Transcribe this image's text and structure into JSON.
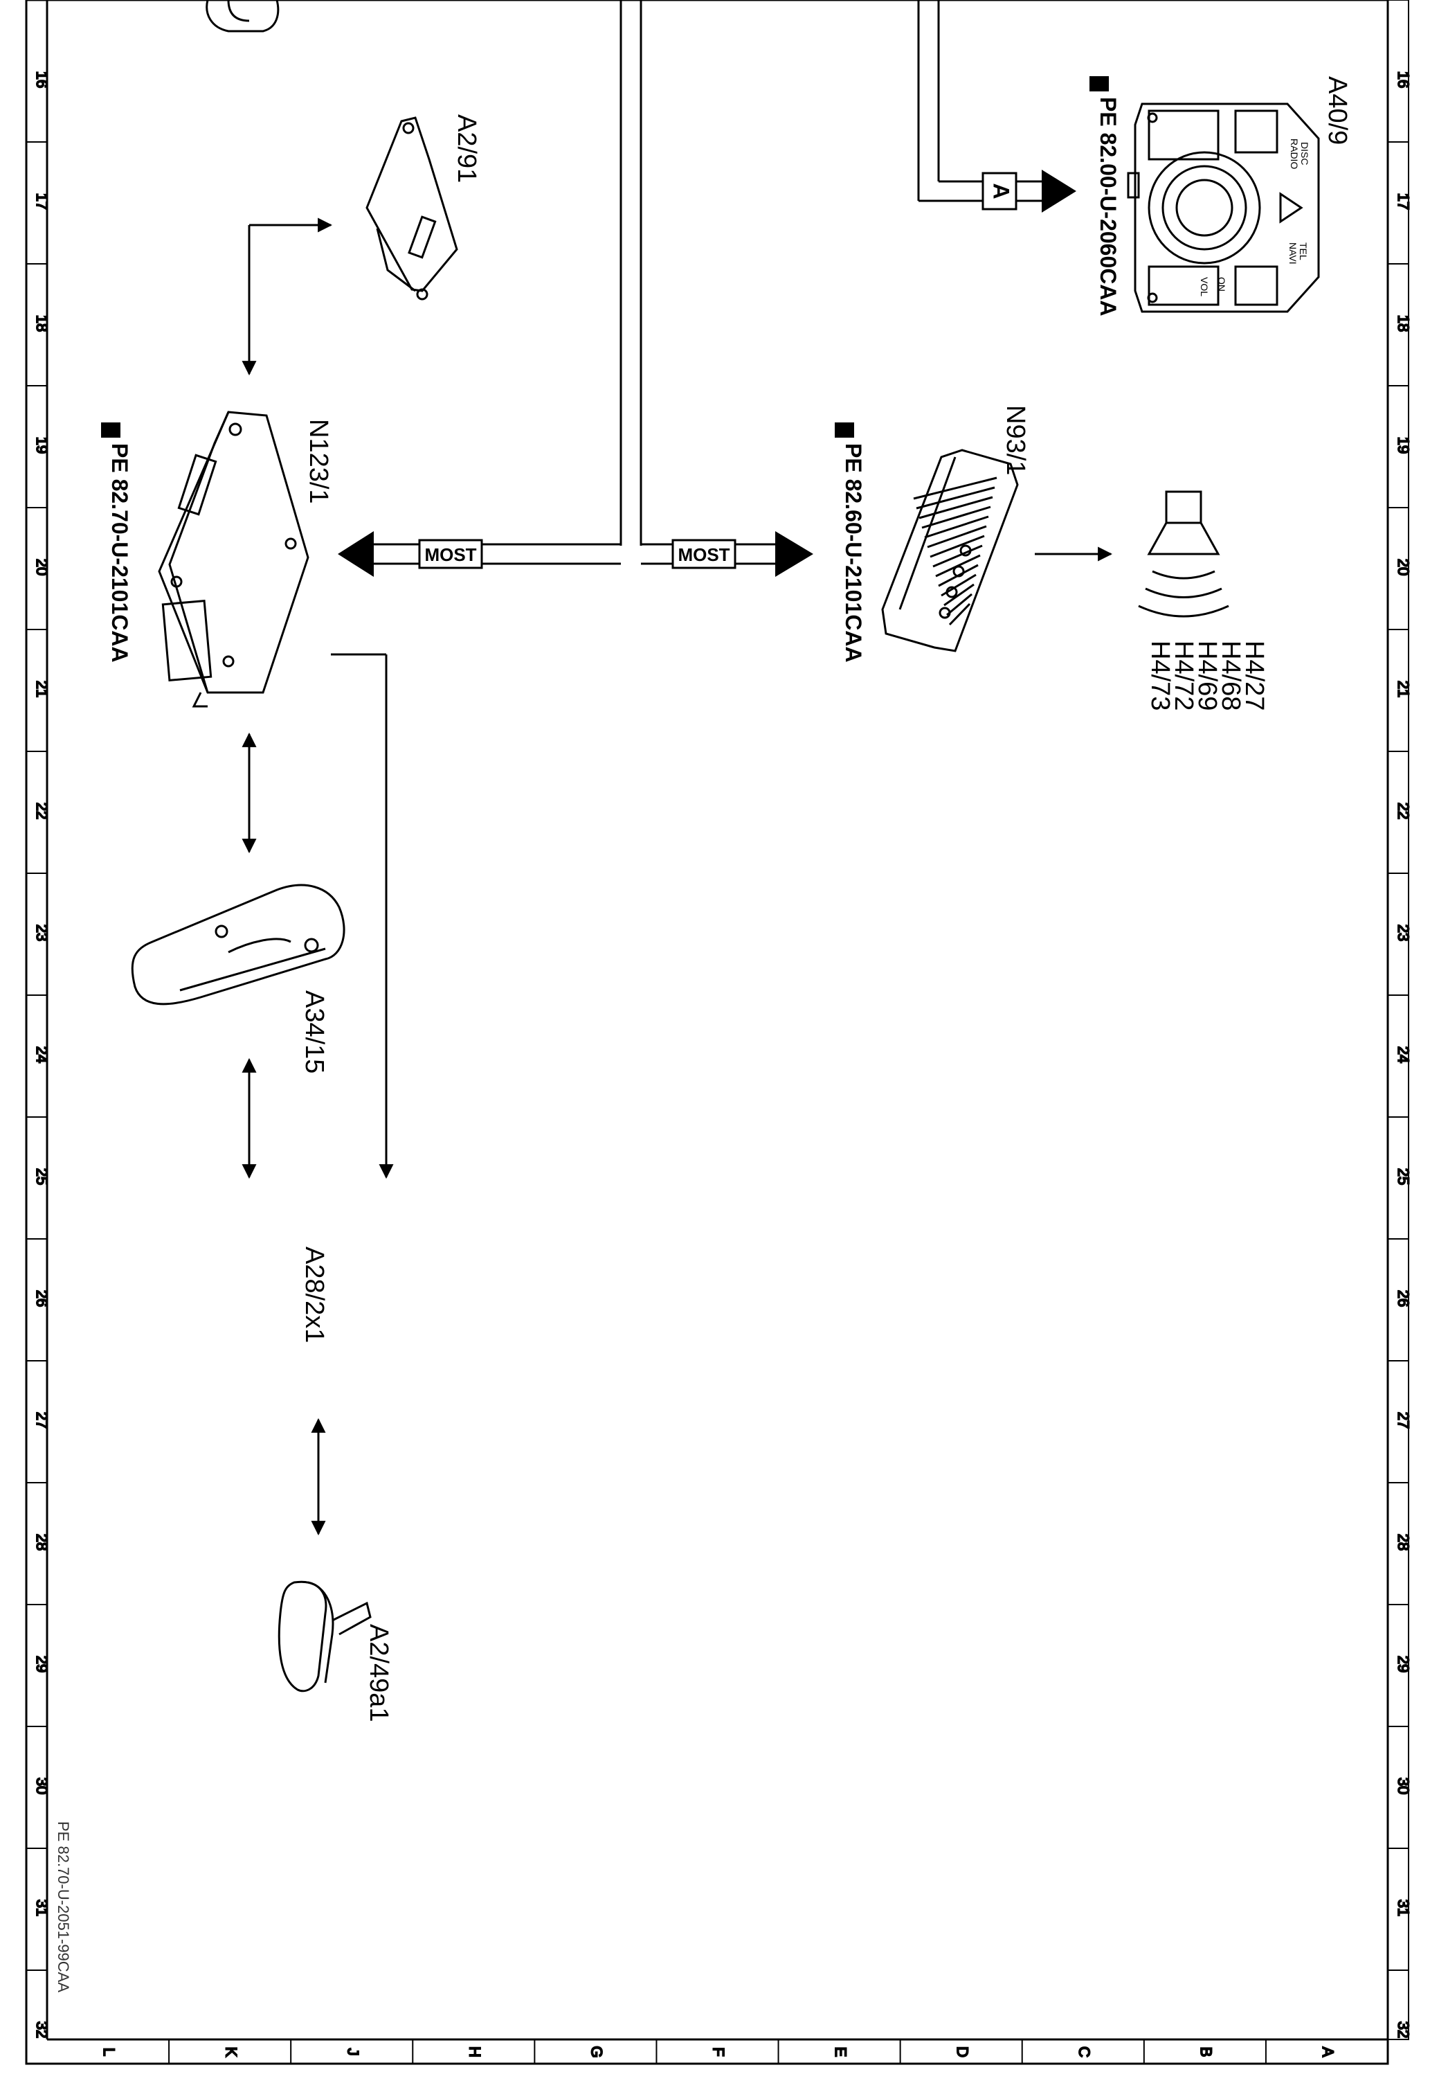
{
  "footer_code": "PE 82.70-U-2051-99CAA",
  "grid": {
    "rows": [
      "16",
      "17",
      "18",
      "19",
      "20",
      "21",
      "22",
      "23",
      "24",
      "25",
      "26",
      "27",
      "28",
      "29",
      "30",
      "31",
      "32"
    ],
    "cols": [
      "L",
      "K",
      "J",
      "H",
      "G",
      "F",
      "E",
      "D",
      "C",
      "B",
      "A"
    ]
  },
  "components": {
    "a2_91": "A2/91",
    "n123_1": "N123/1",
    "n123_1_ref": "PE 82.70-U-2101CAA",
    "n93_1": "N93/1",
    "n93_1_ref": "PE 82.60-U-2101CAA",
    "a40_9": "A40/9",
    "a40_9_ref": "PE 82.00-U-2060CAA",
    "a40_9_buttons": {
      "disc": "DISC",
      "radio": "RADIO",
      "tel": "TEL",
      "navi": "NAVI",
      "vol": "VOL",
      "on": "ON"
    },
    "a34_15": "A34/15",
    "a28_2x1": "A28/2x1",
    "a2_49a1": "A2/49a1",
    "speakers": [
      "H4/27",
      "H4/68",
      "H4/69",
      "H4/72",
      "H4/73"
    ]
  },
  "bus": {
    "most_left": "MOST",
    "most_right": "MOST",
    "connector_a": "A"
  }
}
